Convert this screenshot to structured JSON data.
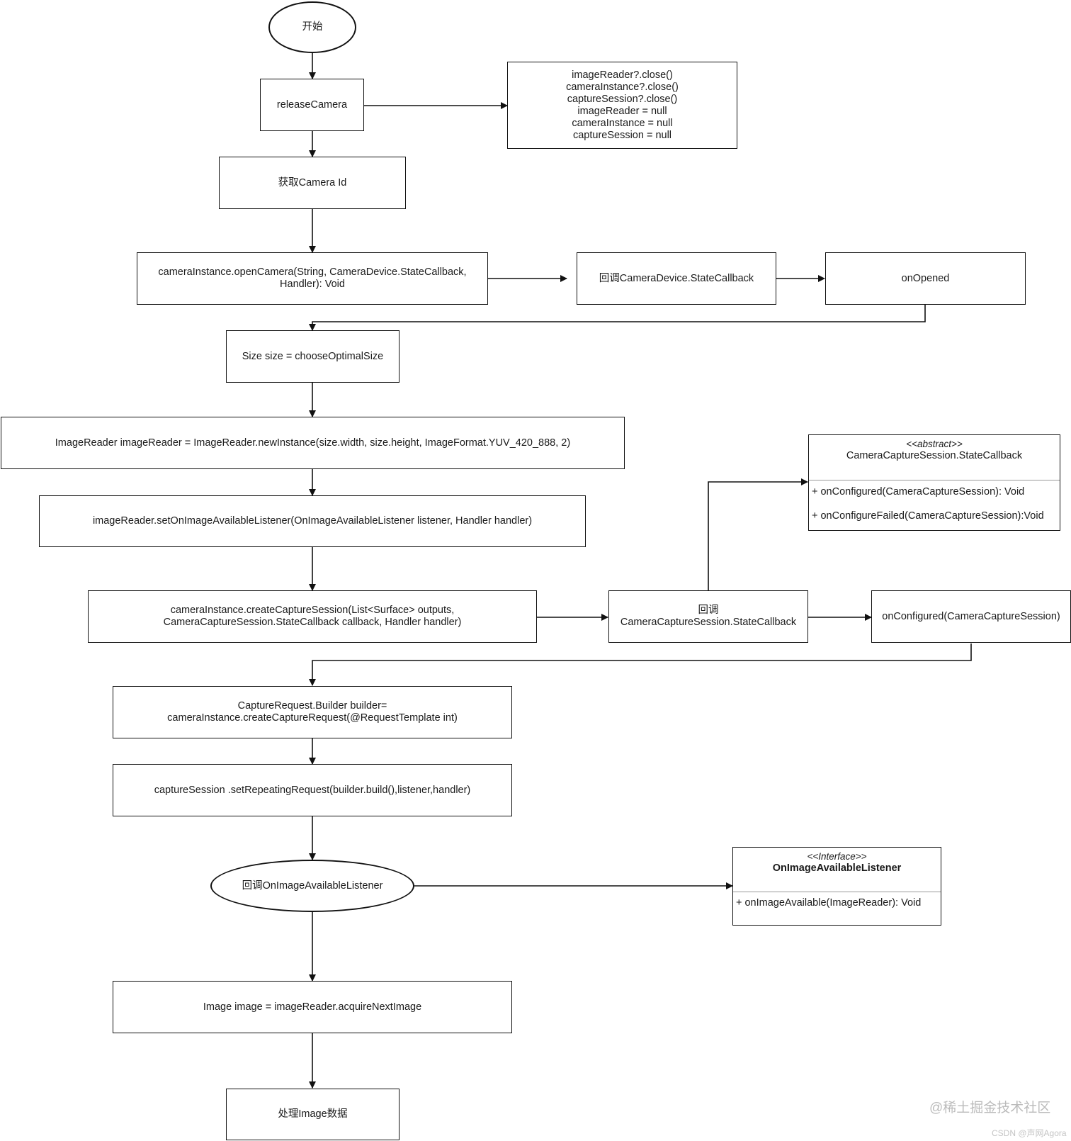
{
  "nodes": {
    "start": "开始",
    "release_camera": "releaseCamera",
    "release_details": "imageReader?.close()\ncameraInstance?.close()\ncaptureSession?.close()\nimageReader = null\ncameraInstance = null\ncaptureSession = null",
    "get_camera_id": "获取Camera Id",
    "open_camera": "cameraInstance.openCamera(String, CameraDevice.StateCallback,\nHandler): Void",
    "device_callback": "回调CameraDevice.StateCallback",
    "on_opened": "onOpened",
    "choose_size": "Size size = chooseOptimalSize",
    "new_image_reader": "ImageReader imageReader = ImageReader.newInstance(size.width, size.height, ImageFormat.YUV_420_888, 2)",
    "set_listener": "imageReader.setOnImageAvailableListener(OnImageAvailableListener listener, Handler handler)",
    "create_session": "cameraInstance.createCaptureSession(List<Surface> outputs,\n    CameraCaptureSession.StateCallback callback, Handler handler)",
    "session_callback": "回调\nCameraCaptureSession.StateCallback",
    "on_configured": "onConfigured(CameraCaptureSession)",
    "builder": "CaptureRequest.Builder builder=\ncameraInstance.createCaptureRequest(@RequestTemplate int)",
    "repeating_request": "captureSession .setRepeatingRequest(builder.build(),listener,handler)",
    "image_available_callback": "回调OnImageAvailableListener",
    "acquire_image": "Image image = imageReader.acquireNextImage",
    "process_image": "处理Image数据"
  },
  "uml_session_callback": {
    "stereotype": "<<abstract>>",
    "name": "CameraCaptureSession.StateCallback",
    "members": [
      "+ onConfigured(CameraCaptureSession): Void",
      "+ onConfigureFailed(CameraCaptureSession):Void"
    ]
  },
  "uml_listener": {
    "stereotype": "<<Interface>>",
    "name": "OnImageAvailableListener",
    "members": [
      "+ onImageAvailable(ImageReader): Void"
    ]
  },
  "watermark": {
    "site": "@稀土掘金技术社区",
    "credit": "CSDN @声网Agora"
  }
}
